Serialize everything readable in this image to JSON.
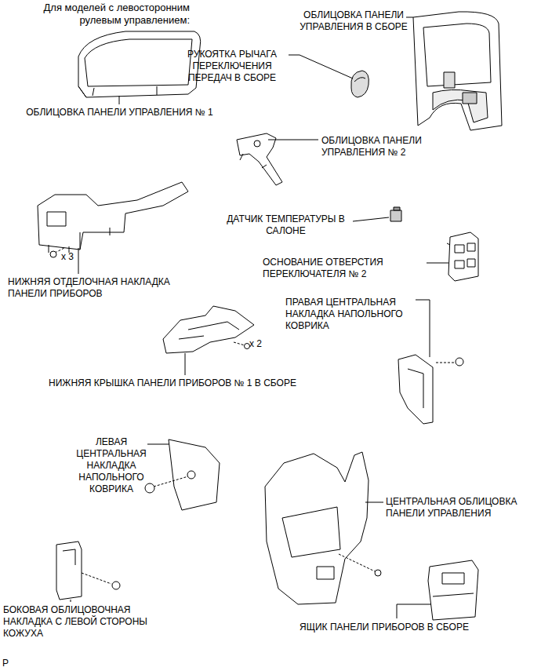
{
  "diagram": {
    "title": "Для моделей с левосторонним рулевым управлением:",
    "labels": [
      "ОБЛИЦОВКА ПАНЕЛИ УПРАВЛЕНИЯ В СБОРЕ",
      "РУКОЯТКА РЫЧАГА ПЕРЕКЛЮЧЕНИЯ ПЕРЕДАЧ В СБОРЕ",
      "ОБЛИЦОВКА ПАНЕЛИ УПРАВЛЕНИЯ № 1",
      "ОБЛИЦОВКА ПАНЕЛИ УПРАВЛЕНИЯ № 2",
      "ДАТЧИК ТЕМПЕРАТУРЫ В САЛОНЕ",
      "x 3",
      "НИЖНЯЯ ОТДЕЛОЧНАЯ НАКЛАДКА ПАНЕЛИ ПРИБОРОВ",
      "ОСНОВАНИЕ ОТВЕРСТИЯ ПЕРЕКЛЮЧАТЕЛЯ № 2",
      "ПРАВАЯ ЦЕНТРАЛЬНАЯ НАКЛАДКА НАПОЛЬНОГО КОВРИКА",
      "x 2",
      "НИЖНЯЯ КРЫШКА ПАНЕЛИ ПРИБОРОВ № 1 В СБОРЕ",
      "ЛЕВАЯ ЦЕНТРАЛЬНАЯ НАКЛАДКА НАПОЛЬНОГО КОВРИКА",
      "ЦЕНТРАЛЬНАЯ ОБЛИЦОВКА ПАНЕЛИ УПРАВЛЕНИЯ",
      "БОКОВАЯ ОБЛИЦОВОЧНАЯ НАКЛАДКА С ЛЕВОЙ СТОРОНЫ КОЖУХА",
      "ЯЩИК ПАНЕЛИ ПРИБОРОВ В СБОРЕ",
      "P"
    ]
  }
}
